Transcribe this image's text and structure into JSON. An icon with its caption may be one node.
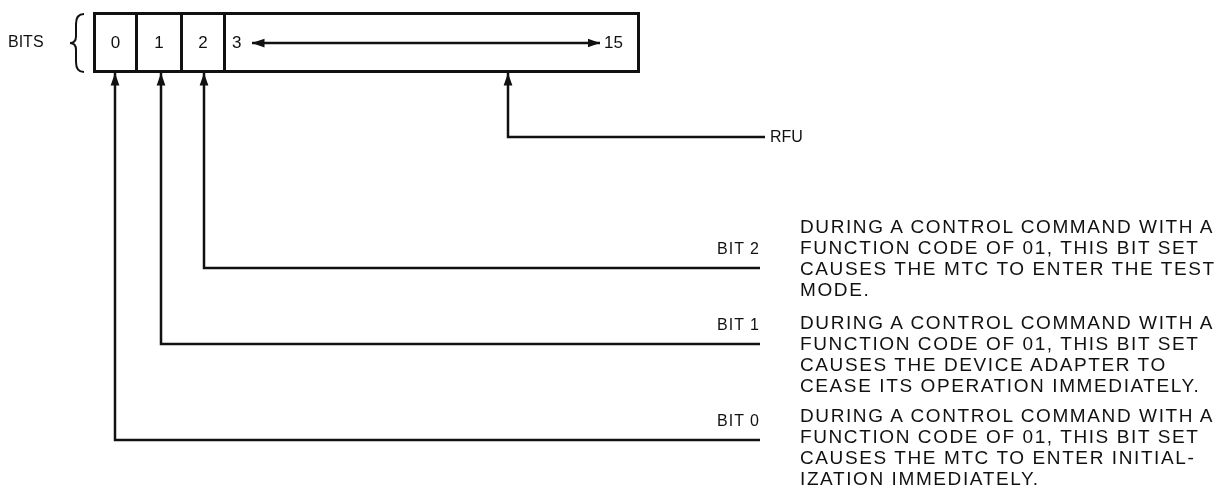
{
  "diagram": {
    "nodes": [
      {
        "text": [
          "0"
        ]
      },
      {
        "text": [
          "1"
        ]
      },
      {
        "text": [
          "2"
        ]
      },
      {
        "text": [
          "3",
          "15"
        ]
      },
      {
        "text": [
          "RFU"
        ]
      },
      {
        "text": [
          "BIT 2"
        ],
        "beside": [
          "DURING A CONTROL COMMAND WITH A FUNCTION CODE OF 01, THIS BIT SET CAUSES THE MTC TO ENTER THE TEST MODE."
        ]
      },
      {
        "text": [
          "BIT 1"
        ],
        "beside": [
          "DURING A CONTROL COMMAND WITH A FUNCTION CODE OF 01, THIS BIT SET CAUSES THE DEVICE ADAPTER TO CEASE ITS OPERATION IMMEDIATELY."
        ]
      },
      {
        "text": [
          "BIT 0"
        ],
        "beside": [
          "DURING A CONTROL COMMAND WITH A FUNCTION CODE OF 01, THIS BIT SET CAUSES THE MTC TO ENTER INITIAL- IZATION IMMEDIATELY."
        ]
      }
    ],
    "edges": [
      {
        "from": 4,
        "to": 3,
        "arrow": "to"
      },
      {
        "from": 5,
        "to": 2,
        "arrow": "to"
      },
      {
        "from": 6,
        "to": 1,
        "arrow": "to"
      },
      {
        "from": 7,
        "to": 0,
        "arrow": "to"
      }
    ],
    "labels": [
      "BITS"
    ]
  }
}
